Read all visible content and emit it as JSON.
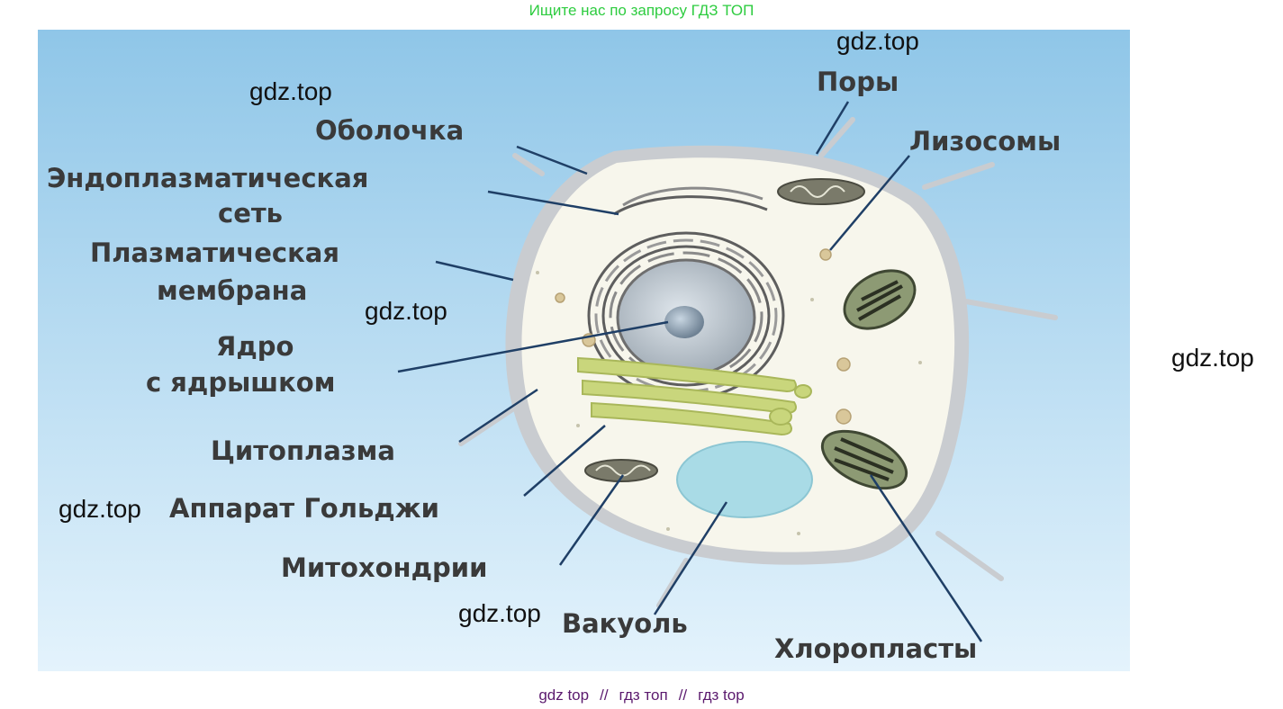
{
  "banner": {
    "text": "Ищите нас по запросу ГДЗ ТОП"
  },
  "watermark": "gdz.top",
  "labels": {
    "membrane_outer": "Оболочка",
    "er_line1": "Эндоплазматическая",
    "er_line2": "сеть",
    "plasma_line1": "Плазматическая",
    "plasma_line2": "мембрана",
    "nucleus_line1": "Ядро",
    "nucleus_line2": "с ядрышком",
    "cytoplasm": "Цитоплазма",
    "golgi": "Аппарат Гольджи",
    "mitochondria": "Митохондрии",
    "vacuole": "Вакуоль",
    "pores": "Поры",
    "lysosomes": "Лизосомы",
    "chloroplasts": "Хлоропласты"
  },
  "footer": {
    "link1": "gdz top",
    "sep1": "//",
    "link2": "гдз топ",
    "sep2": "//",
    "link3": "гдз top"
  },
  "colors": {
    "banner": "#2ecc40",
    "footer": "#5b1a6e",
    "background_top": "#8fc6e8",
    "background_bottom": "#dff0fb",
    "cell_wall": "#c9ccd0",
    "cytoplasm": "#f7f6ec",
    "golgi": "#c9d67c",
    "vacuole": "#a9dbe6"
  }
}
